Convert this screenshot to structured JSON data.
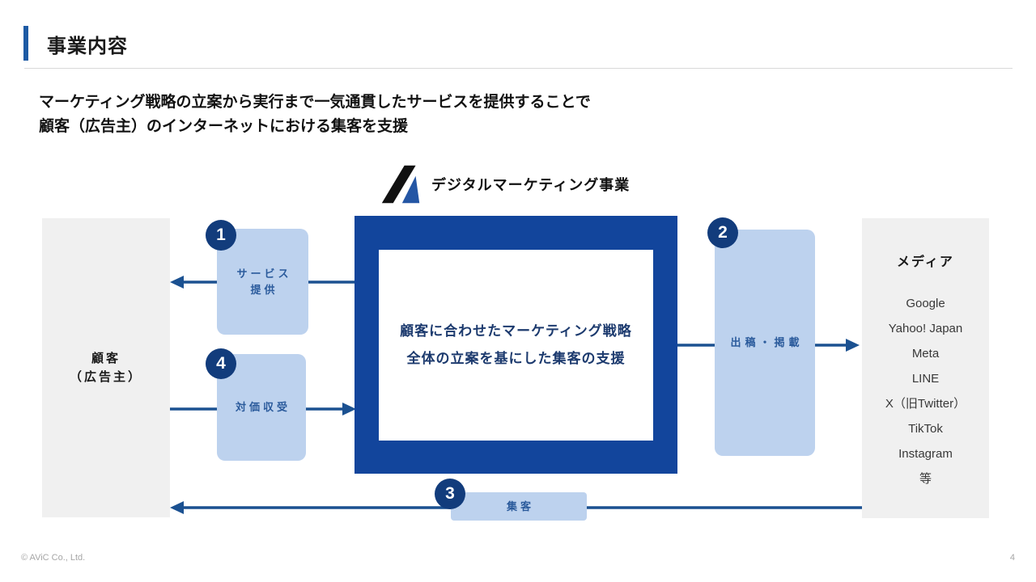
{
  "header": {
    "title": "事業内容"
  },
  "lead": {
    "line1": "マーケティング戦略の立案から実行まで一気通貫したサービスを提供することで",
    "line2": "顧客（広告主）のインターネットにおける集客を支援"
  },
  "diagram": {
    "heading": "デジタルマーケティング事業",
    "customer": {
      "line1": "顧客",
      "line2": "（広告主）"
    },
    "center": {
      "line1": "顧客に合わせたマーケティング戦略",
      "line2": "全体の立案を基にした集客の支援"
    },
    "media": {
      "title": "メディア",
      "items": [
        "Google",
        "Yahoo! Japan",
        "Meta",
        "LINE",
        "X（旧Twitter）",
        "TikTok",
        "Instagram",
        "等"
      ]
    },
    "flows": {
      "service": {
        "num": "1",
        "line1": "サービス",
        "line2": "提供"
      },
      "placement": {
        "num": "2",
        "label": "出稿・掲載"
      },
      "attract": {
        "num": "3",
        "label": "集客"
      },
      "payment": {
        "num": "4",
        "label": "対価収受"
      }
    }
  },
  "footer": {
    "copyright": "© AViC Co., Ltd.",
    "page_number": "4"
  },
  "colors": {
    "accent_bar": "#1d5aa4",
    "center_box_navy": "#12459c",
    "circle_navy": "#123c7c",
    "arrow_blue": "#1b5191",
    "light_blue_box": "#bdd2ee",
    "box_label_blue": "#2b5b9c",
    "center_text_navy": "#1c3a6e",
    "panel_gray": "#f0f0f0",
    "logo_black": "#111111",
    "logo_blue": "#2456a4"
  }
}
